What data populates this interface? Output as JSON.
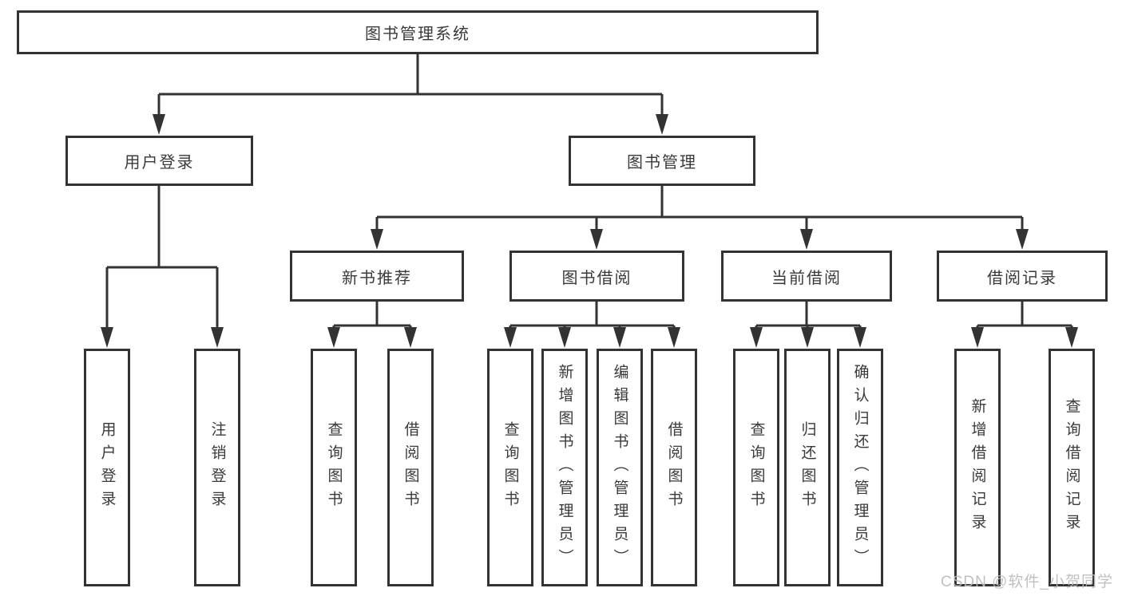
{
  "tree": {
    "root": {
      "label": "图书管理系统"
    },
    "branches": [
      {
        "label": "用户登录",
        "children": [
          {
            "label": "用户登录"
          },
          {
            "label": "注销登录"
          }
        ]
      },
      {
        "label": "图书管理",
        "children": [
          {
            "label": "新书推荐",
            "children": [
              {
                "label": "查询图书"
              },
              {
                "label": "借阅图书"
              }
            ]
          },
          {
            "label": "图书借阅",
            "children": [
              {
                "label": "查询图书"
              },
              {
                "label": "新增图书（管理员）"
              },
              {
                "label": "编辑图书（管理员）"
              },
              {
                "label": "借阅图书"
              }
            ]
          },
          {
            "label": "当前借阅",
            "children": [
              {
                "label": "查询图书"
              },
              {
                "label": "归还图书"
              },
              {
                "label": "确认归还（管理员）"
              }
            ]
          },
          {
            "label": "借阅记录",
            "children": [
              {
                "label": "新增借阅记录"
              },
              {
                "label": "查询借阅记录"
              }
            ]
          }
        ]
      }
    ]
  },
  "watermark": {
    "text": "CSDN @软件_小贺同学"
  },
  "colors": {
    "line": "#333333",
    "box_border": "#333333",
    "text": "#3a3a3a",
    "watermark": "#bbbbbb",
    "background": "#ffffff"
  }
}
